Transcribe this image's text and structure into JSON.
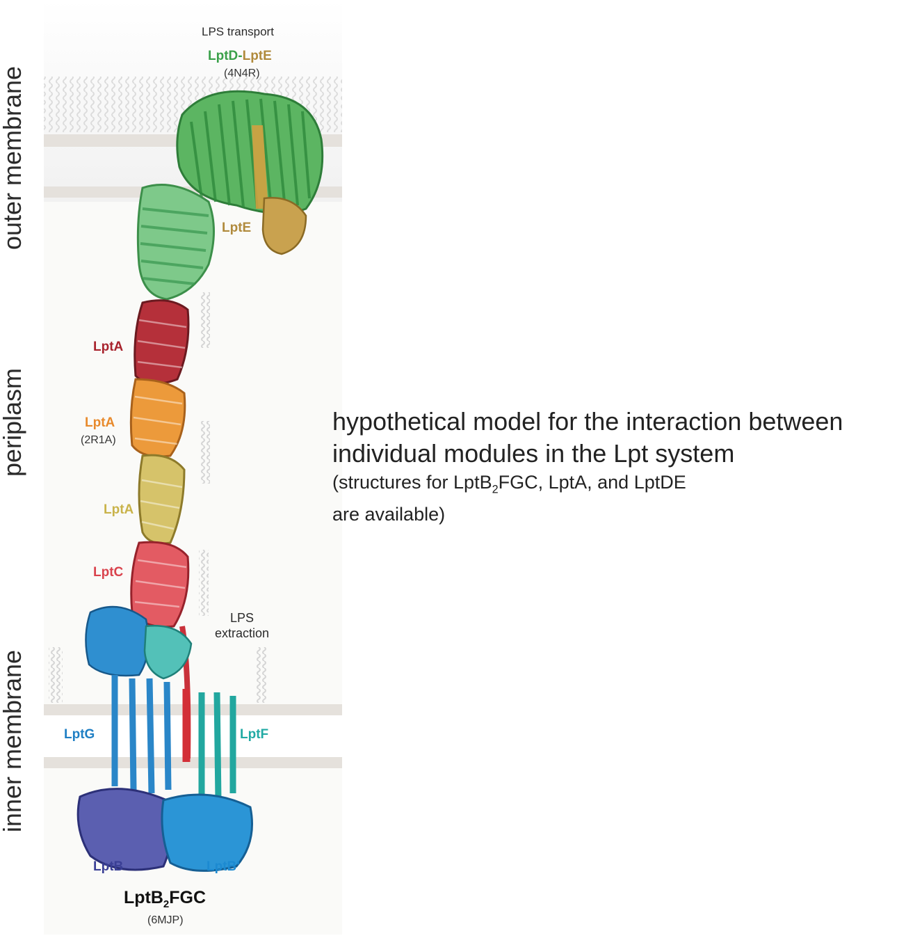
{
  "side_labels": {
    "outer": "outer membrane",
    "periplasm": "periplasm",
    "inner": "inner membrane"
  },
  "top_labels": {
    "lps_transport": "LPS transport",
    "lptd": "LptD",
    "dash": "-",
    "lpte": "LptE",
    "pdb_lptde": "(4N4R)"
  },
  "protein_labels": {
    "lpte_side": "LptE",
    "lpta_1": "LptA",
    "lpta_2": "LptA",
    "pdb_lpta": "(2R1A)",
    "lpta_3": "LptA",
    "lptc": "LptC",
    "lps_extraction_1": "LPS",
    "lps_extraction_2": "extraction",
    "lptg": "LptG",
    "lptf": "LptF",
    "lptb": "LptB",
    "lptb_prime": "LptB'",
    "complex_pre": "LptB",
    "complex_sub": "2",
    "complex_post": "FGC",
    "pdb_complex": "(6MJP)"
  },
  "caption": {
    "main": "hypothetical model for the interaction between individual modules in the Lpt system",
    "sub_pre": "(structures for LptB",
    "sub_sub": "2",
    "sub_post": "FGC, LptA, and LptDE",
    "sub_line2": "are available)"
  },
  "colors": {
    "lptd": "#3aa049",
    "lpte": "#b08a3c",
    "lpta_red": "#a8232d",
    "lpta_orange": "#e88a2c",
    "lpta_yellow": "#c9b34a",
    "lptc": "#d9434d",
    "lptg": "#1f7fc4",
    "lptf": "#21aaa4",
    "lptb": "#3a3f95",
    "lptb_prime": "#1c8ad1",
    "membrane": "#e6e2dc"
  }
}
